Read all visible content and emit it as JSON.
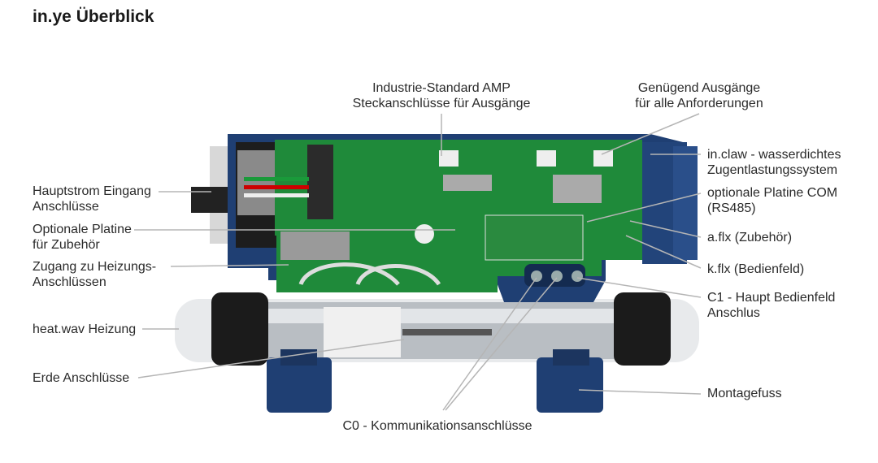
{
  "title": "in.ye Überblick",
  "labels": {
    "amp": [
      "Industrie-Standard AMP",
      "Steckanschlüsse für Ausgänge"
    ],
    "outputs": [
      "Genügend Ausgänge",
      "für alle Anforderungen"
    ],
    "main_power": [
      "Hauptstrom Eingang",
      "Anschlüsse"
    ],
    "optional_board": [
      "Optionale Platine",
      "für Zubehör"
    ],
    "heater_access": [
      "Zugang zu Heizungs-",
      "Anschlüssen"
    ],
    "heater": "heat.wav Heizung",
    "ground": "Erde Anschlüsse",
    "inclaw": [
      "in.claw - wasserdichtes",
      "Zugentlastungssystem"
    ],
    "com_board": [
      "optionale Platine COM",
      "(RS485)"
    ],
    "aflx": "a.flx (Zubehör)",
    "kflx": "k.flx (Bedienfeld)",
    "c1": [
      "C1 - Haupt Bedienfeld",
      "Anschlus"
    ],
    "mount": "Montagefuss",
    "c0": "C0 - Kommunikationsanschlüsse"
  },
  "colors": {
    "housing": "#1f3f73",
    "board": "#1f8a3a",
    "tube": "#c8ccd0",
    "leader": "#b5b5b5"
  }
}
